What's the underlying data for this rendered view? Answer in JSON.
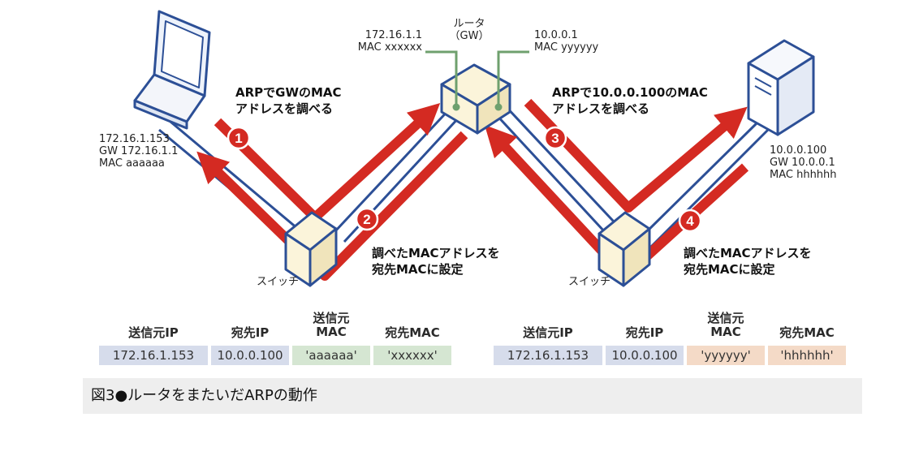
{
  "left_host": {
    "ip": "172.16.1.153",
    "gw": "GW 172.16.1.1",
    "mac": "MAC aaaaaa"
  },
  "router": {
    "name": "ルータ",
    "sub": "（GW）",
    "left_ip": "172.16.1.1",
    "left_mac": "MAC xxxxxx",
    "right_ip": "10.0.0.1",
    "right_mac": "MAC yyyyyy"
  },
  "right_host": {
    "ip": "10.0.0.100",
    "gw": "GW 10.0.0.1",
    "mac": "MAC hhhhhh"
  },
  "switch_label": "スイッチ",
  "steps": {
    "s1": {
      "num": "1",
      "line1": "ARPでGWのMAC",
      "line2": "アドレスを調べる"
    },
    "s2": {
      "num": "2",
      "line1": "調べたMACアドレスを",
      "line2": "宛先MACに設定"
    },
    "s3": {
      "num": "3",
      "line1": "ARPで10.0.0.100のMAC",
      "line2": "アドレスを調べる"
    },
    "s4": {
      "num": "4",
      "line1": "調べたMACアドレスを",
      "line2": "宛先MACに設定"
    }
  },
  "headers": {
    "src_ip": "送信元IP",
    "dst_ip": "宛先IP",
    "src_mac_1": "送信元",
    "src_mac_2": "MAC",
    "dst_mac": "宛先MAC"
  },
  "table_left": {
    "src_ip": "172.16.1.153",
    "dst_ip": "10.0.0.100",
    "src_mac": "'aaaaaa'",
    "dst_mac": "'xxxxxx'"
  },
  "table_right": {
    "src_ip": "172.16.1.153",
    "dst_ip": "10.0.0.100",
    "src_mac": "'yyyyyy'",
    "dst_mac": "'hhhhhh'"
  },
  "caption": "図3●ルータをまたいだARPの動作",
  "colors": {
    "arrow": "#d42a22",
    "cable": "#2c4f96",
    "router_link": "#6fa06e",
    "device_fill": "#fbf4da"
  }
}
